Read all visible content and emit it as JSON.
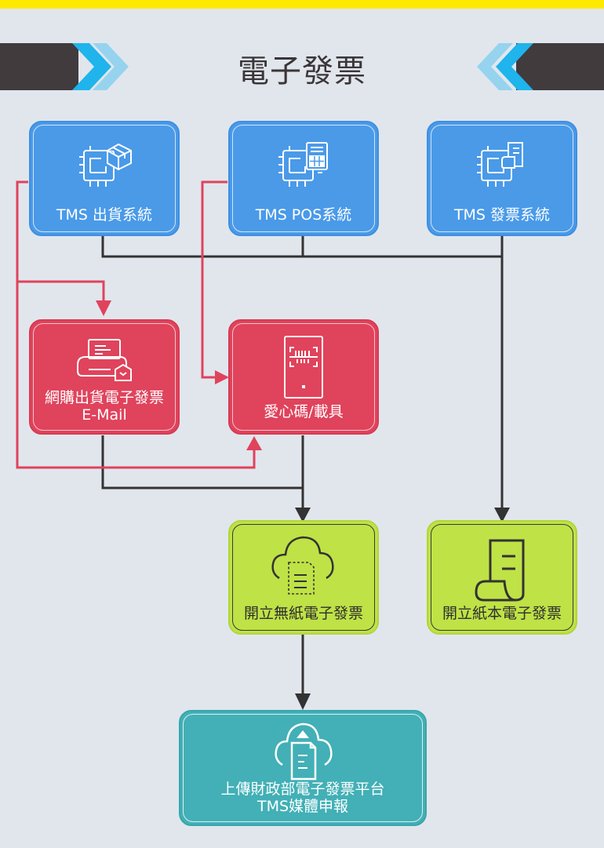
{
  "header": {
    "title": "電子發票",
    "accent_color": "#ffe900",
    "chevron_colors": [
      "#1fb4ec",
      "#96d3ef"
    ],
    "banner_color": "#413b3d"
  },
  "nodes": {
    "shipping_system": {
      "label": "TMS 出貨系統",
      "icon": "chip-box-icon",
      "color": "#4a9ae8"
    },
    "pos_system": {
      "label": "TMS POS系統",
      "icon": "chip-calculator-icon",
      "color": "#4a9ae8"
    },
    "invoice_system": {
      "label": "TMS 發票系統",
      "icon": "chip-receipt-icon",
      "color": "#4a9ae8"
    },
    "online_email": {
      "label_line1": "網購出貨電子發票",
      "label_line2": "E-Mail",
      "icon": "printer-mail-icon",
      "color": "#e0435c"
    },
    "carrier": {
      "label": "愛心碼/載具",
      "icon": "phone-barcode-icon",
      "color": "#e0435c"
    },
    "paperless": {
      "label": "開立無紙電子發票",
      "icon": "cloud-document-icon",
      "color": "#bfe246"
    },
    "paper": {
      "label": "開立紙本電子發票",
      "icon": "paper-scroll-icon",
      "color": "#bfe246"
    },
    "upload": {
      "label_line1": "上傳財政部電子發票平台",
      "label_line2": "TMS媒體申報",
      "icon": "cloud-upload-document-icon",
      "color": "#42b0b6"
    }
  },
  "connectors": {
    "black_color": "#333333",
    "red_color": "#e0435c"
  }
}
